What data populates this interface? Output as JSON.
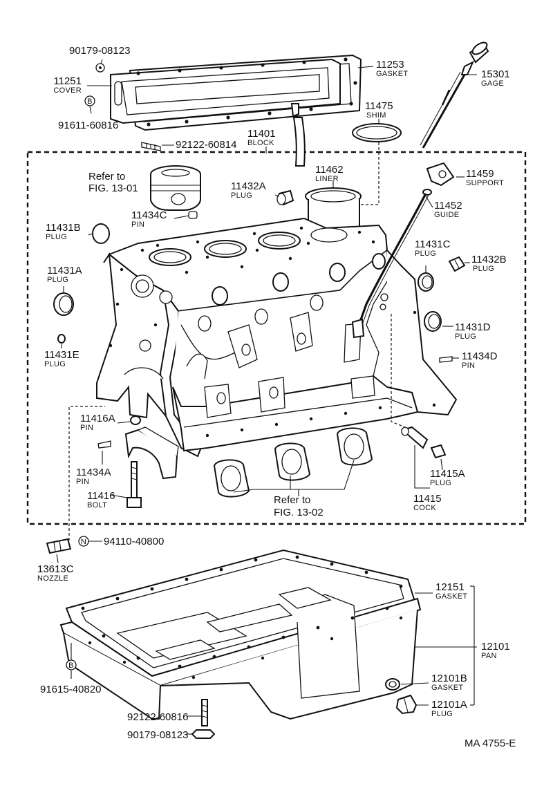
{
  "diagram_code": "MA 4755-E",
  "refs": {
    "fig1301_a": "Refer to",
    "fig1301_b": "FIG. 13-01",
    "fig1302_a": "Refer to",
    "fig1302_b": "FIG. 13-02"
  },
  "parts": [
    {
      "id": "p90179a",
      "num": "90179-08123",
      "name": ""
    },
    {
      "id": "p11251",
      "num": "11251",
      "name": "COVER"
    },
    {
      "id": "p91611",
      "num": "91611-60816",
      "name": ""
    },
    {
      "id": "p11253",
      "num": "11253",
      "name": "GASKET"
    },
    {
      "id": "p15301",
      "num": "15301",
      "name": "GAGE"
    },
    {
      "id": "p11475",
      "num": "11475",
      "name": "SHIM"
    },
    {
      "id": "p11401",
      "num": "11401",
      "name": "BLOCK"
    },
    {
      "id": "p92122a",
      "num": "92122-60814",
      "name": ""
    },
    {
      "id": "p11462",
      "num": "11462",
      "name": "LINER"
    },
    {
      "id": "p11459",
      "num": "11459",
      "name": "SUPPORT"
    },
    {
      "id": "p11432a",
      "num": "11432A",
      "name": "PLUG"
    },
    {
      "id": "p11452",
      "num": "11452",
      "name": "GUIDE"
    },
    {
      "id": "p11434c",
      "num": "11434C",
      "name": "PIN"
    },
    {
      "id": "p11431b",
      "num": "11431B",
      "name": "PLUG"
    },
    {
      "id": "p11431c",
      "num": "11431C",
      "name": "PLUG"
    },
    {
      "id": "p11432b",
      "num": "11432B",
      "name": "PLUG"
    },
    {
      "id": "p11431a",
      "num": "11431A",
      "name": "PLUG"
    },
    {
      "id": "p11431d",
      "num": "11431D",
      "name": "PLUG"
    },
    {
      "id": "p11431e",
      "num": "11431E",
      "name": "PLUG"
    },
    {
      "id": "p11434d",
      "num": "11434D",
      "name": "PIN"
    },
    {
      "id": "p11416a",
      "num": "11416A",
      "name": "PIN"
    },
    {
      "id": "p11434a",
      "num": "11434A",
      "name": "PIN"
    },
    {
      "id": "p11416",
      "num": "11416",
      "name": "BOLT"
    },
    {
      "id": "p11415a",
      "num": "11415A",
      "name": "PLUG"
    },
    {
      "id": "p11415",
      "num": "11415",
      "name": "COCK"
    },
    {
      "id": "p94110",
      "num": "94110-40800",
      "name": ""
    },
    {
      "id": "p13613c",
      "num": "13613C",
      "name": "NOZZLE"
    },
    {
      "id": "p12151",
      "num": "12151",
      "name": "GASKET"
    },
    {
      "id": "p12101",
      "num": "12101",
      "name": "PAN"
    },
    {
      "id": "p91615",
      "num": "91615-40820",
      "name": ""
    },
    {
      "id": "p12101b",
      "num": "12101B",
      "name": "GASKET"
    },
    {
      "id": "p92122b",
      "num": "92122-60816",
      "name": ""
    },
    {
      "id": "p12101a",
      "num": "12101A",
      "name": "PLUG"
    },
    {
      "id": "p90179b",
      "num": "90179-08123",
      "name": ""
    }
  ],
  "symbols": {
    "washer_b1": "B",
    "washer_b2": "B",
    "washer_n": "N"
  }
}
